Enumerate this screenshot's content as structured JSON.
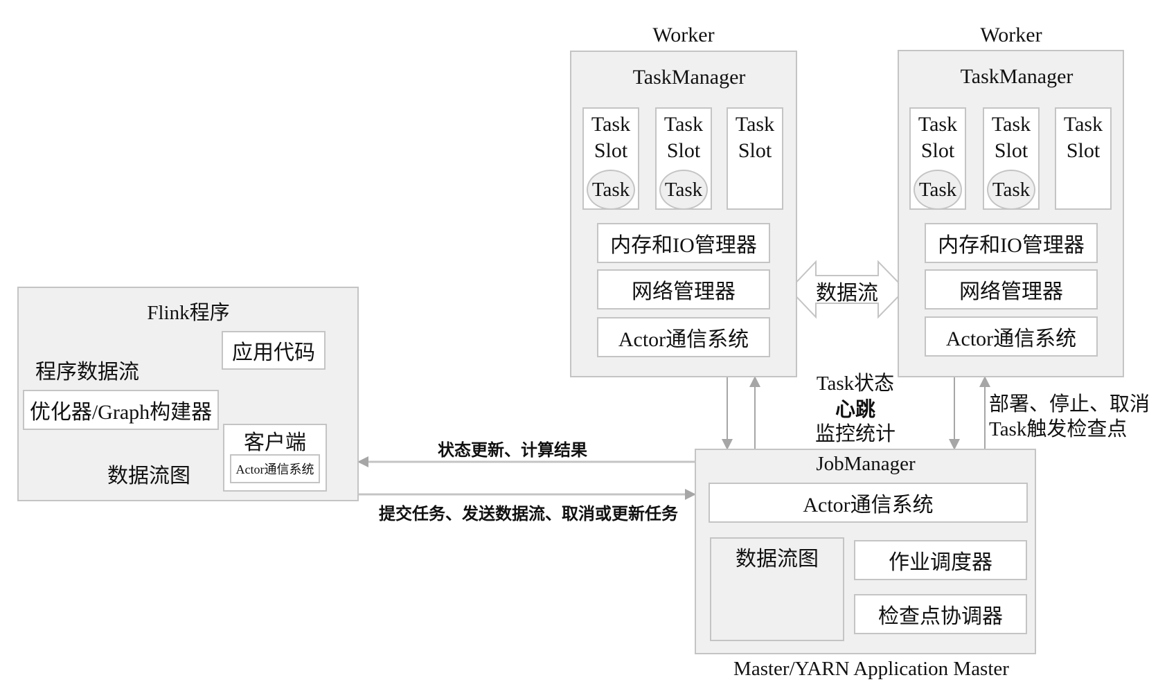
{
  "workers": [
    {
      "title": "Worker",
      "manager": "TaskManager",
      "slots": [
        {
          "label_line1": "Task",
          "label_line2": "Slot",
          "task": "Task"
        },
        {
          "label_line1": "Task",
          "label_line2": "Slot",
          "task": "Task"
        },
        {
          "label_line1": "Task",
          "label_line2": "Slot",
          "task": null
        }
      ],
      "components": [
        "内存和IO管理器",
        "网络管理器",
        "Actor通信系统"
      ]
    },
    {
      "title": "Worker",
      "manager": "TaskManager",
      "slots": [
        {
          "label_line1": "Task",
          "label_line2": "Slot",
          "task": "Task"
        },
        {
          "label_line1": "Task",
          "label_line2": "Slot",
          "task": "Task"
        },
        {
          "label_line1": "Task",
          "label_line2": "Slot",
          "task": null
        }
      ],
      "components": [
        "内存和IO管理器",
        "网络管理器",
        "Actor通信系统"
      ]
    }
  ],
  "dataflow_arrow": "数据流",
  "flink_program": {
    "title": "Flink程序",
    "app_code": "应用代码",
    "program_dataflow": "程序数据流",
    "optimizer": "优化器/Graph构建器",
    "dataflow_graph": "数据流图",
    "client": "客户端",
    "client_actor": "Actor通信系统"
  },
  "links": {
    "status_update": "状态更新、计算结果",
    "submit": "提交任务、发送数据流、取消或更新任务",
    "heartbeat": [
      "Task状态",
      "心跳",
      "监控统计"
    ],
    "deploy": [
      "部署、停止、取消",
      "Task触发检查点"
    ]
  },
  "job_manager": {
    "title": "JobManager",
    "actor": "Actor通信系统",
    "dataflow_graph": "数据流图",
    "scheduler": "作业调度器",
    "checkpoint": "检查点协调器",
    "footer": "Master/YARN Application Master"
  }
}
